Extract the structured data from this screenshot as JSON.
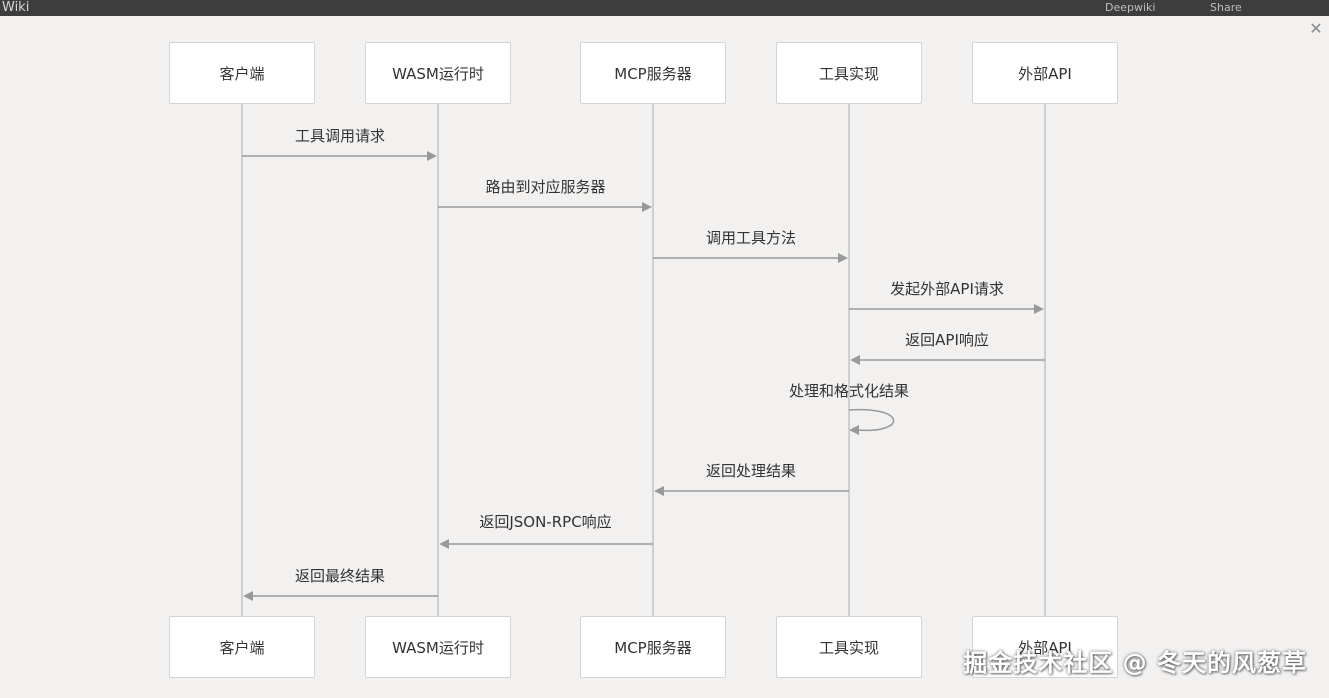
{
  "window": {
    "app_title": "Wiki",
    "menu": [
      "Deepwiki",
      "Share"
    ]
  },
  "diagram": {
    "participants": [
      "客户端",
      "WASM运行时",
      "MCP服务器",
      "工具实现",
      "外部API"
    ],
    "messages": [
      {
        "from": 0,
        "to": 1,
        "label": "工具调用请求"
      },
      {
        "from": 1,
        "to": 2,
        "label": "路由到对应服务器"
      },
      {
        "from": 2,
        "to": 3,
        "label": "调用工具方法"
      },
      {
        "from": 3,
        "to": 4,
        "label": "发起外部API请求"
      },
      {
        "from": 4,
        "to": 3,
        "label": "返回API响应"
      },
      {
        "from": 3,
        "to": 3,
        "label": "处理和格式化结果"
      },
      {
        "from": 3,
        "to": 2,
        "label": "返回处理结果"
      },
      {
        "from": 2,
        "to": 1,
        "label": "返回JSON-RPC响应"
      },
      {
        "from": 1,
        "to": 0,
        "label": "返回最终结果"
      }
    ]
  },
  "watermark": "掘金技术社区 @ 冬天的风葱草",
  "colors": {
    "background": "#f2f1f0",
    "box": "#ffffff",
    "line": "#cfcfcf",
    "arrow": "#999999",
    "text": "#333333"
  }
}
